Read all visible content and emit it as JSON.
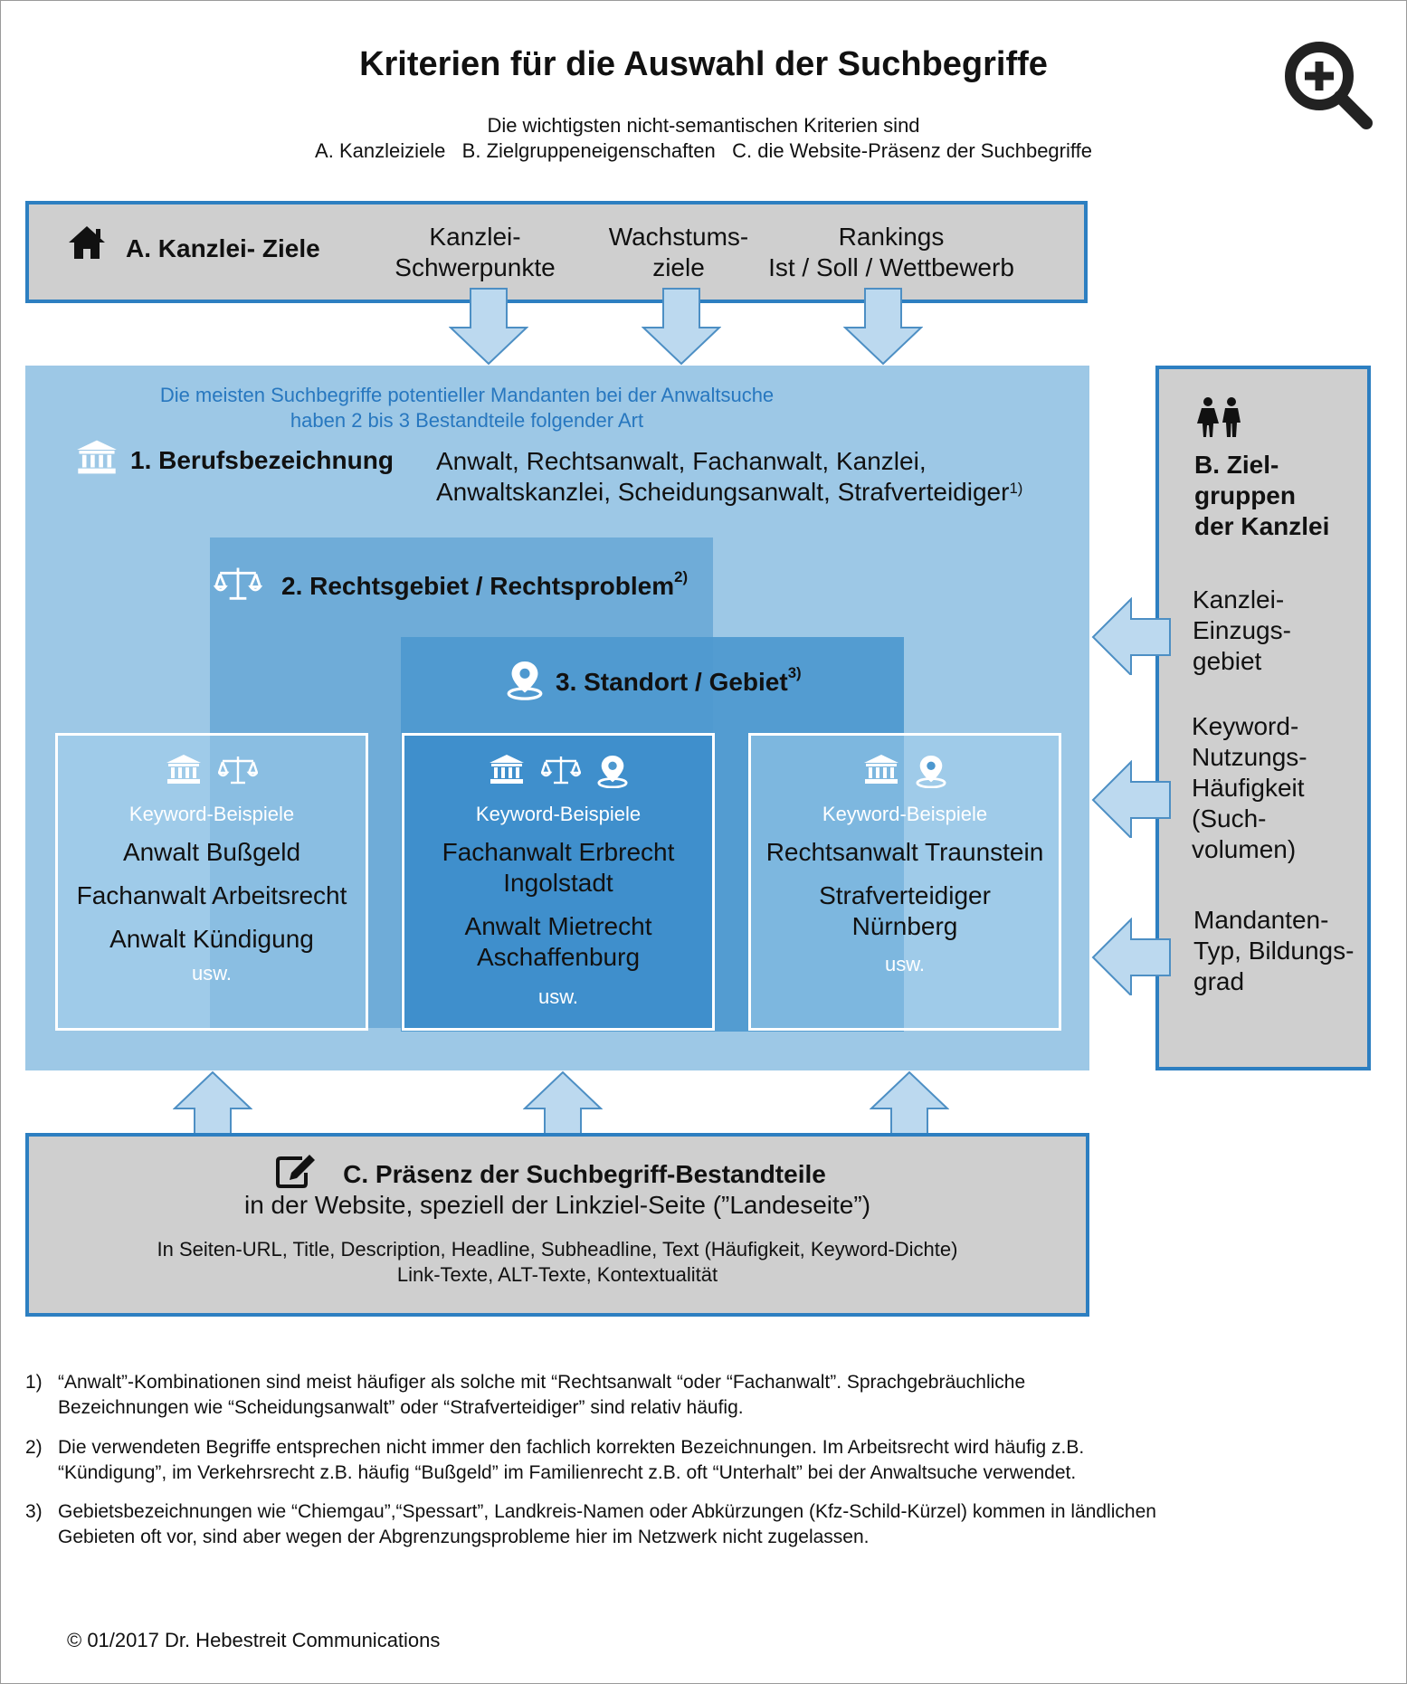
{
  "title": "Kriterien für die Auswahl der Suchbegriffe",
  "subtitle_line1": "Die wichtigsten nicht-semantischen Kriterien sind",
  "subtitle_line2": "A. Kanzleiziele   B. Zielgruppeneigenschaften   C. die Website-Präsenz der Suchbegriffe",
  "sectionA": {
    "title": "A. Kanzlei- Ziele",
    "col1": [
      "Kanzlei-",
      "Schwerpunkte"
    ],
    "col2": [
      "Wachstums-",
      "ziele"
    ],
    "col3": [
      "Rankings",
      "Ist / Soll / Wettbewerb"
    ]
  },
  "main": {
    "intro_line1": "Die meisten Suchbegriffe potentieller Mandanten bei der Anwaltsuche",
    "intro_line2": "haben 2 bis 3 Bestandteile folgender Art",
    "item1_title": "1. Berufsbezeichnung",
    "item1_line1": "Anwalt, Rechtsanwalt, Fachanwalt, Kanzlei,",
    "item1_line2": "Anwaltskanzlei, Scheidungsanwalt, Strafverteidiger",
    "item1_sup": "1)",
    "item2_title": "2. Rechtsgebiet / Rechtsproblem",
    "item2_sup": "2)",
    "item3_title": "3. Standort / Gebiet",
    "item3_sup": "3)"
  },
  "keyword_boxes": [
    {
      "heading": "Keyword-Beispiele",
      "examples": [
        "Anwalt Bußgeld",
        "Fachanwalt Arbeitsrecht",
        "Anwalt Kündigung"
      ],
      "more": "usw."
    },
    {
      "heading": "Keyword-Beispiele",
      "examples": [
        "Fachanwalt Erbrecht",
        "Ingolstadt",
        "Anwalt Mietrecht",
        "Aschaffenburg"
      ],
      "more": "usw."
    },
    {
      "heading": "Keyword-Beispiele",
      "examples": [
        "Rechtsanwalt Traunstein",
        "Strafverteidiger",
        "Nürnberg"
      ],
      "more": "usw."
    }
  ],
  "sectionB": {
    "title": [
      "B. Ziel-",
      "gruppen",
      "der Kanzlei"
    ],
    "item1": [
      "Kanzlei-",
      "Einzugs-",
      "gebiet"
    ],
    "item2": [
      "Keyword-",
      "Nutzungs-",
      "Häufigkeit",
      "(Such-",
      "volumen)"
    ],
    "item3": [
      "Mandanten-",
      "Typ, Bildungs-",
      "grad"
    ]
  },
  "sectionC": {
    "title": "C. Präsenz der Suchbegriff-Bestandteile",
    "line2": "in der Website, speziell der Linkziel-Seite (”Landeseite”)",
    "line3": "In Seiten-URL, Title, Description, Headline, Subheadline, Text (Häufigkeit, Keyword-Dichte)",
    "line4": "Link-Texte, ALT-Texte, Kontextualität"
  },
  "footnotes": [
    {
      "num": "1)",
      "line1": "“Anwalt”-Kombinationen sind meist häufiger als solche mit “Rechtsanwalt “oder “Fachanwalt”. Sprachgebräuchliche",
      "line2": "Bezeichnungen wie “Scheidungsanwalt” oder “Strafverteidiger” sind relativ häufig."
    },
    {
      "num": "2)",
      "line1": "Die verwendeten Begriffe entsprechen nicht immer den fachlich korrekten Bezeichnungen. Im Arbeitsrecht wird häufig z.B.",
      "line2": "“Kündigung”, im Verkehrsrecht z.B. häufig “Bußgeld” im Familienrecht z.B. oft “Unterhalt” bei der Anwaltsuche verwendet."
    },
    {
      "num": "3)",
      "line1": "Gebietsbezeichnungen wie “Chiemgau”,“Spessart”, Landkreis-Namen oder Abkürzungen (Kfz-Schild-Kürzel) kommen in ländlichen",
      "line2": "Gebieten oft vor, sind aber wegen der Abgrenzungsprobleme hier im Netzwerk nicht zugelassen."
    }
  ],
  "copyright": "© 01/2017 Dr. Hebestreit Communications",
  "colors": {
    "border_blue": "#2d7fc1",
    "light_blue": "#9dc8e6",
    "mid_blue": "#6aa9d6",
    "dark_blue": "#3f8fcc",
    "gray": "#cfcfcf",
    "arrow_fill": "#bcd9ef",
    "arrow_stroke": "#4d8fc4"
  }
}
